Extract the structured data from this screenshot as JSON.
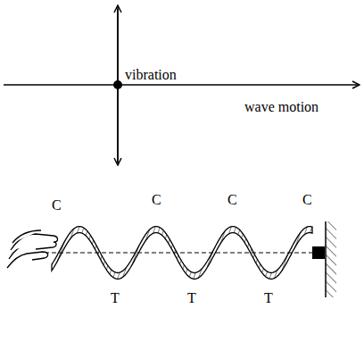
{
  "diagram": {
    "labels": [
      "vibration",
      "wave motion",
      "C",
      "C",
      "C",
      "C",
      "T",
      "T",
      "T"
    ]
  }
}
